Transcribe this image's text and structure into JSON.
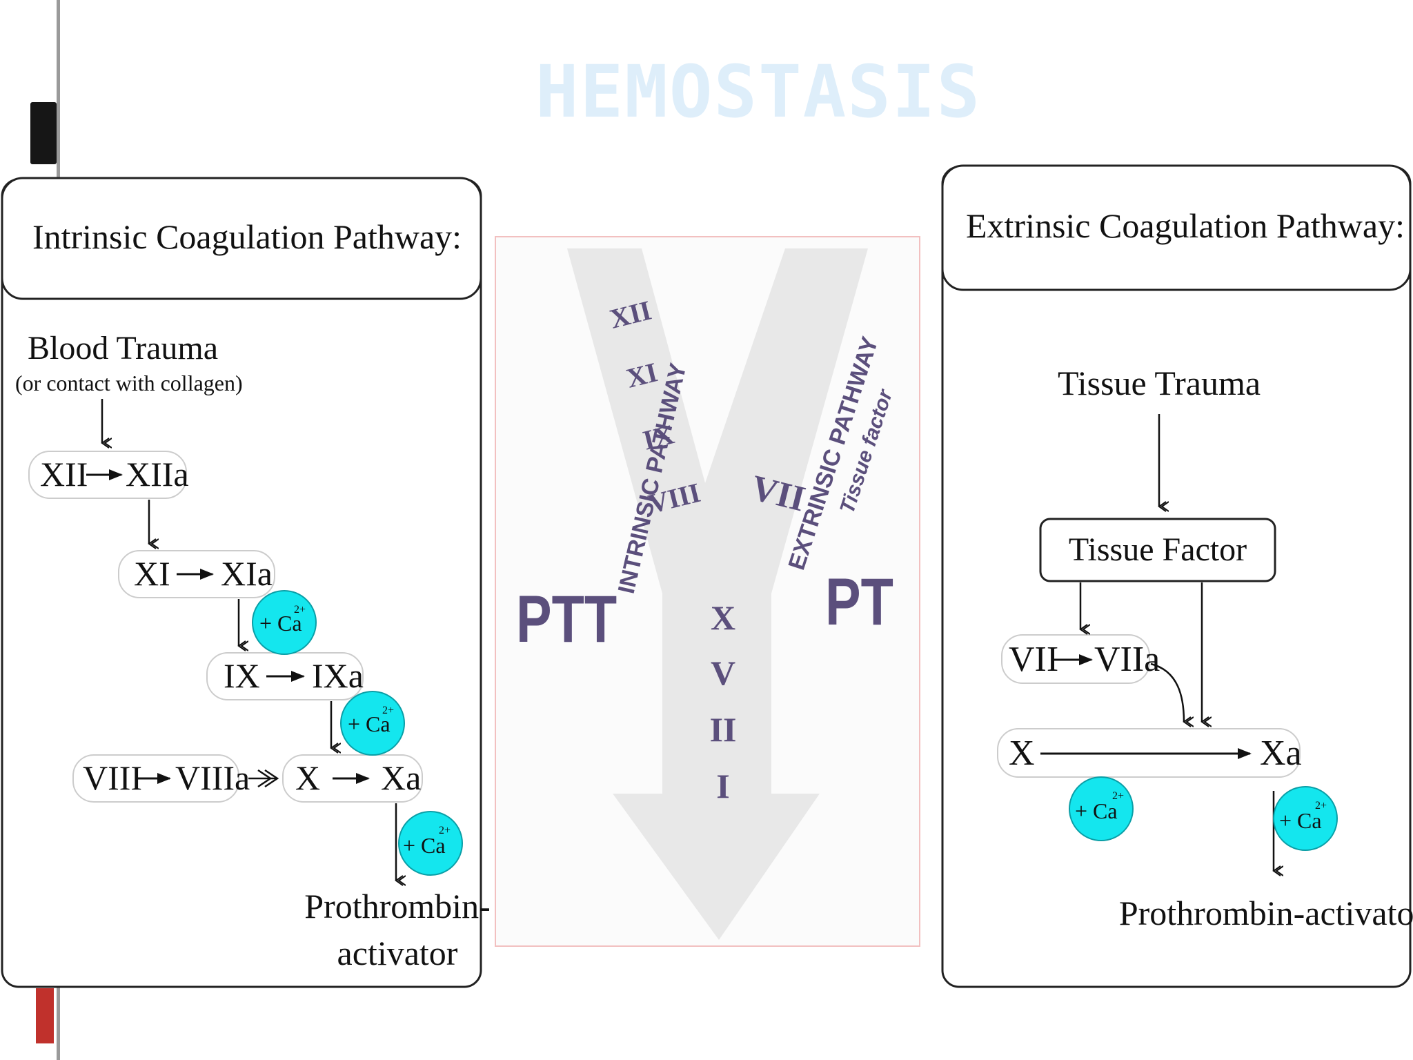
{
  "slide": {
    "title": "HEMOSTASIS"
  },
  "intrinsic": {
    "header": "Intrinsic Coagulation Pathway:",
    "trigger": "Blood Trauma",
    "trigger_note": "(or contact with collagen)",
    "steps": [
      {
        "from": "XII",
        "to": "XIIa"
      },
      {
        "from": "XI",
        "to": "XIa"
      },
      {
        "from": "IX",
        "to": "IXa"
      },
      {
        "from": "VIII",
        "to": "VIIIa"
      },
      {
        "from": "X",
        "to": "Xa"
      }
    ],
    "calcium_plus": "+ Ca",
    "calcium_charge": "2+",
    "product_line1": "Prothrombin-",
    "product_line2": "activator"
  },
  "center": {
    "intrinsic_label": "INTRINSIC PATHWAY",
    "extrinsic_label": "EXTRINSIC PATHWAY",
    "tissue_factor_label": "Tissue factor",
    "ptt_label": "PTT",
    "pt_label": "PT",
    "left_factors": [
      "XII",
      "XI",
      "IX",
      "VIII"
    ],
    "right_factor": "VII",
    "common_factors": [
      "X",
      "V",
      "II",
      "I"
    ]
  },
  "extrinsic": {
    "header": "Extrinsic Coagulation Pathway:",
    "trigger": "Tissue Trauma",
    "tissue_factor": "Tissue Factor",
    "steps": [
      {
        "from": "VII",
        "to": "VIIa"
      },
      {
        "from": "X",
        "to": "Xa"
      }
    ],
    "calcium_plus": "+ Ca",
    "calcium_charge": "2+",
    "product": "Prothrombin-activator"
  },
  "colors": {
    "calcium": "#14e6ee",
    "center_text": "#5b4f7c",
    "title": "#deeefa"
  }
}
